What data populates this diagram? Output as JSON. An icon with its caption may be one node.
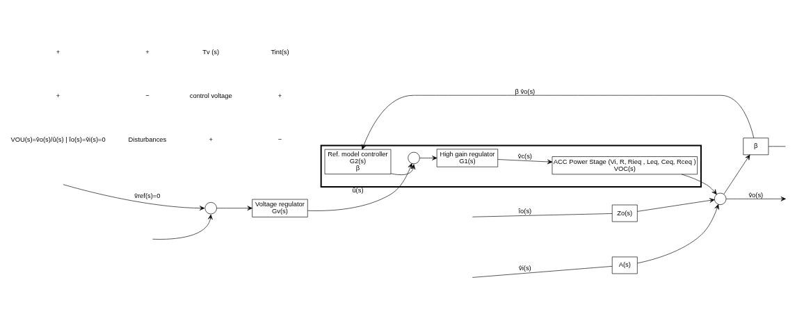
{
  "diagram": {
    "nodes": [
      {
        "text": [],
        "shape": "circle"
      },
      {
        "text": [
          "Voltage regulator",
          "Gv(s)"
        ]
      },
      {
        "text": [],
        "shape": "box"
      },
      {
        "text": [],
        "shape": "circle",
        "in": 2
      },
      {
        "text": [
          "High gain regulator",
          "G1(s)"
        ],
        "in": 2
      },
      {
        "text": [
          "ACC Power Stage (Vi, R, Rieq , Leq, Ceq, Rceq )",
          "VOC(s)"
        ],
        "in": 2
      },
      {
        "text": [
          "Ref. model controller",
          "G2(s)",
          "β"
        ],
        "in": 2
      },
      {
        "text": [
          "Zo(s)"
        ]
      },
      {
        "text": [
          "A(s)"
        ]
      },
      {
        "text": [],
        "shape": "circle"
      },
      {
        "text": [
          "β"
        ]
      }
    ],
    "edges": [
      {
        "from": null,
        "to": 0,
        "arrow": "to",
        "label": "v̂ref(s)=0"
      },
      {
        "from": null,
        "to": 0,
        "arrow": "to"
      },
      {
        "from": 0,
        "to": 1,
        "arrow": "to"
      },
      {
        "from": 1,
        "to": 3,
        "arrow": "to",
        "label": "û(s)"
      },
      {
        "from": 3,
        "to": 4,
        "arrow": "to"
      },
      {
        "from": 4,
        "to": 5,
        "arrow": "to",
        "label": "v̂c(s)"
      },
      {
        "from": 5,
        "to": 9,
        "arrow": "to"
      },
      {
        "from": 7,
        "to": 9,
        "arrow": "to"
      },
      {
        "from": 8,
        "to": 9,
        "arrow": "to"
      },
      {
        "from": null,
        "to": 7,
        "arrow": "none",
        "label": "îo(s)"
      },
      {
        "from": null,
        "to": 8,
        "arrow": "none",
        "label": "v̂i(s)"
      },
      {
        "from": 9,
        "to": null,
        "arrow": "to",
        "label": "v̂o(s)"
      },
      {
        "from": 9,
        "to": 10,
        "arrow": "to"
      },
      {
        "from": 10,
        "to": 6,
        "arrow": "to",
        "label": "β v̂o(s)"
      },
      {
        "from": 10,
        "to": null,
        "arrow": "none"
      },
      {
        "from": 6,
        "to": 3,
        "arrow": "to"
      }
    ],
    "labels": [
      "VOU(s)=v̂o(s)/û(s) | îo(s)=v̂i(s)=0",
      "Disturbances",
      "+",
      "−",
      "+",
      "−",
      "control voltage",
      "+",
      "+",
      "+",
      "Tv (s)",
      "Tint(s)"
    ]
  }
}
